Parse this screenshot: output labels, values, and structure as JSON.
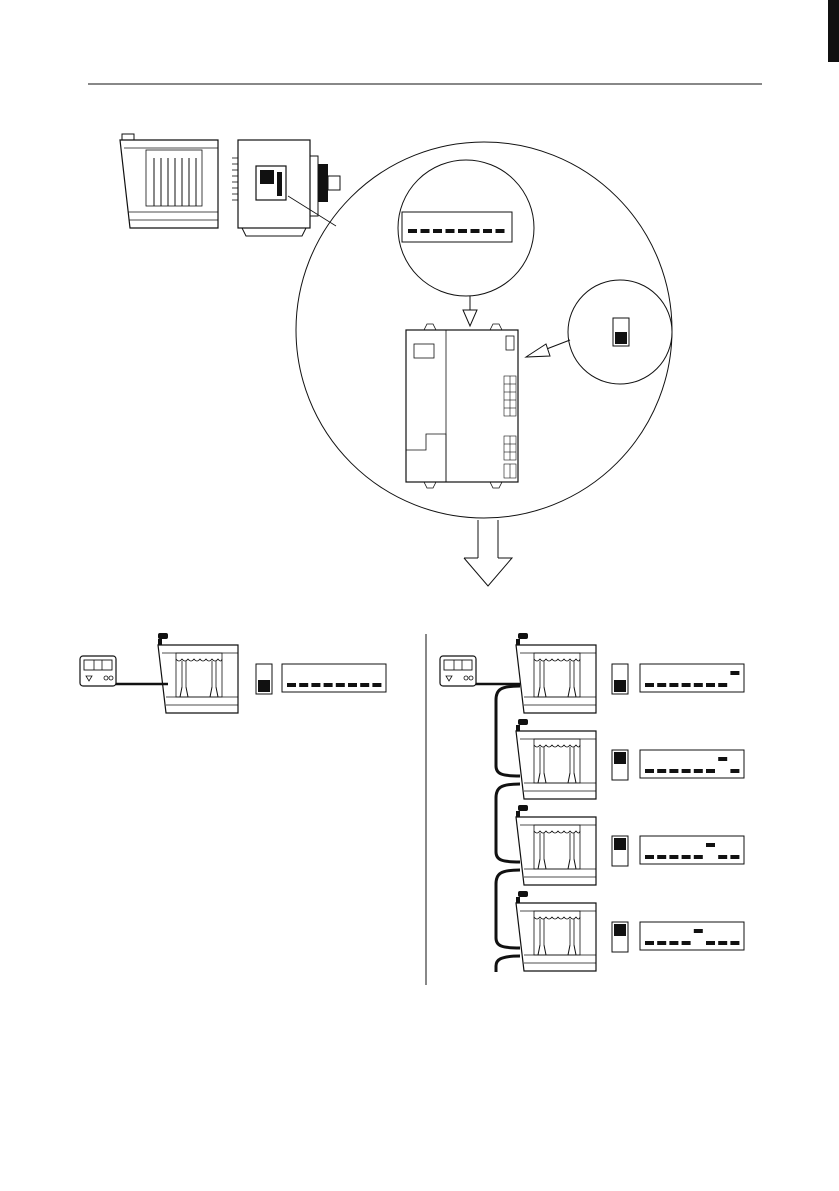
{
  "page": {
    "tab_marker_color": "#111111",
    "line_color": "#111111",
    "background": "#ffffff"
  },
  "detail": {
    "dip_switch_positions": 8,
    "dip_switch_state": [
      0,
      0,
      0,
      0,
      0,
      0,
      0,
      0
    ],
    "slide_switch_state": "down"
  },
  "single_unit_setup": {
    "controller_icon": "wall-controller-icon",
    "slide_switch_state": "down",
    "dip_switch_state": [
      0,
      0,
      0,
      0,
      0,
      0,
      0,
      0
    ]
  },
  "multi_unit_setup": {
    "units": [
      {
        "slide_switch_state": "down",
        "dip_switch_state": [
          0,
          0,
          0,
          0,
          0,
          0,
          0,
          1
        ]
      },
      {
        "slide_switch_state": "up",
        "dip_switch_state": [
          0,
          0,
          0,
          0,
          0,
          0,
          1,
          0
        ]
      },
      {
        "slide_switch_state": "up",
        "dip_switch_state": [
          0,
          0,
          0,
          0,
          0,
          1,
          0,
          0
        ]
      },
      {
        "slide_switch_state": "up",
        "dip_switch_state": [
          0,
          0,
          0,
          0,
          1,
          0,
          0,
          0
        ]
      }
    ]
  }
}
